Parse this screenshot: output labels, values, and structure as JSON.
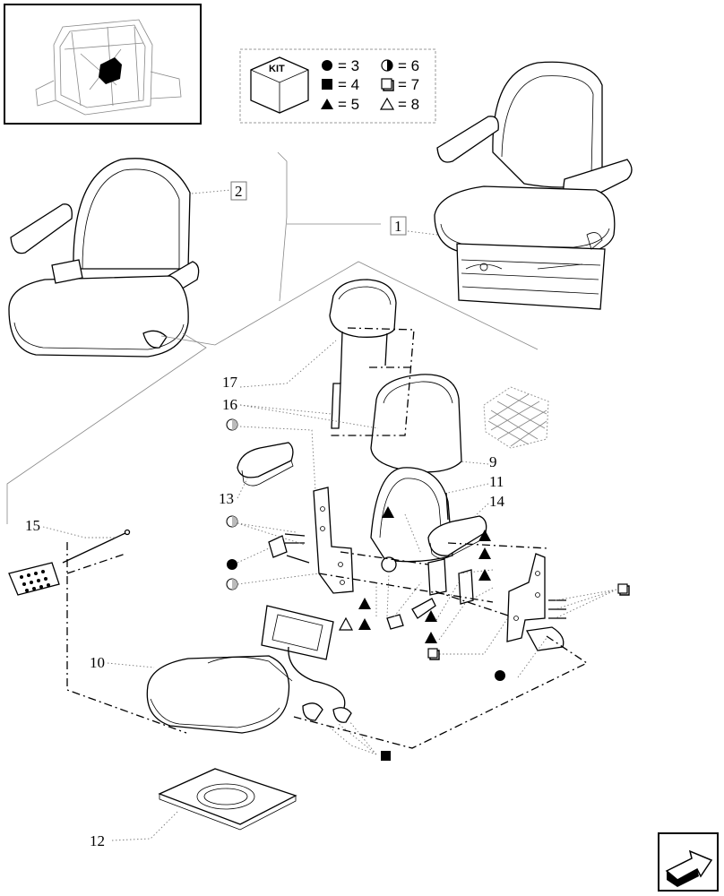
{
  "legend": {
    "kit_label": "KIT",
    "entries": [
      {
        "symbol": "filled-circle",
        "text": "= 3"
      },
      {
        "symbol": "half-circle",
        "text": "= 6"
      },
      {
        "symbol": "filled-square",
        "text": "= 4"
      },
      {
        "symbol": "open-square",
        "text": "= 7"
      },
      {
        "symbol": "filled-triangle",
        "text": "= 5"
      },
      {
        "symbol": "open-triangle",
        "text": "= 8"
      }
    ]
  },
  "callouts": {
    "c1": "1",
    "c2": "2",
    "c9": "9",
    "c10": "10",
    "c11": "11",
    "c12": "12",
    "c13": "13",
    "c14": "14",
    "c15": "15",
    "c16": "16",
    "c17": "17"
  },
  "icons": [
    "tractor-cab-thumbnail-icon",
    "kit-box-icon",
    "next-page-arrow-icon"
  ]
}
